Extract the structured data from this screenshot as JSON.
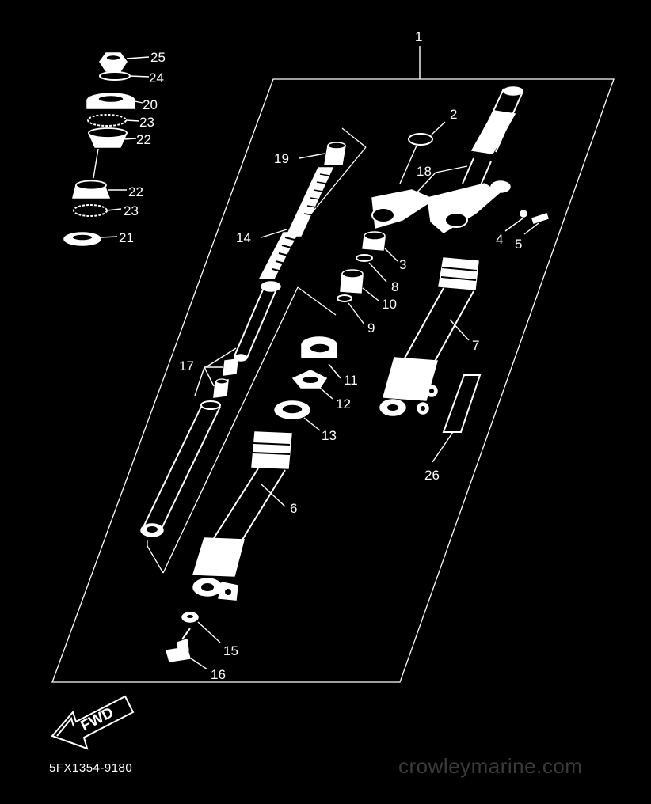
{
  "diagram": {
    "part_numbers": [
      "1",
      "2",
      "3",
      "4",
      "5",
      "6",
      "7",
      "8",
      "9",
      "10",
      "11",
      "12",
      "13",
      "14",
      "15",
      "16",
      "17",
      "18",
      "19",
      "20",
      "21",
      "22",
      "22",
      "23",
      "23",
      "24",
      "25",
      "26"
    ],
    "fwd_label": "FWD",
    "drawing_code": "5FX1354-9180",
    "watermark": "crowleymarine.com"
  },
  "colors": {
    "background": "#000000",
    "line": "#ffffff",
    "watermark": "#3a3a3a"
  }
}
